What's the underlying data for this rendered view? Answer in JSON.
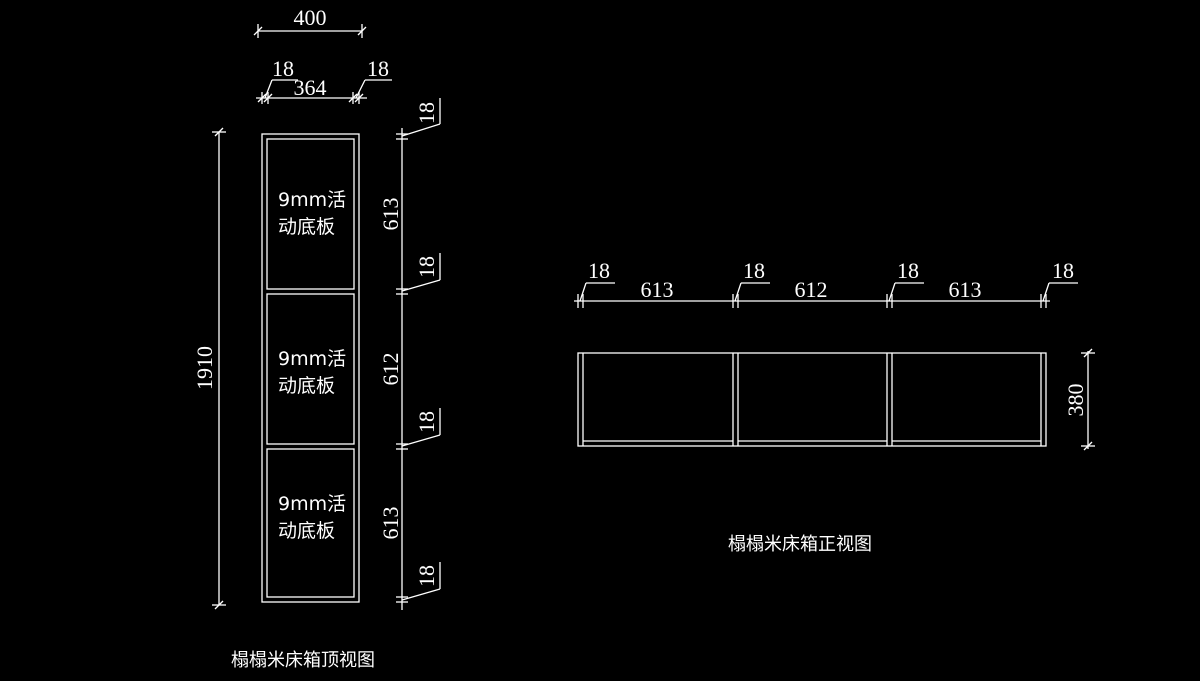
{
  "colors": {
    "background": "#000000",
    "lines": "#ffffff"
  },
  "top_view": {
    "caption": "榻榻米床箱顶视图",
    "width_overall": "400",
    "side_left": "18",
    "inner_width": "364",
    "side_right": "18",
    "length_overall": "1910",
    "right_dims": [
      "18",
      "613",
      "18",
      "612",
      "18",
      "613",
      "18"
    ],
    "compartments": [
      {
        "line1": "9mm活",
        "line2": "动底板"
      },
      {
        "line1": "9mm活",
        "line2": "动底板"
      },
      {
        "line1": "9mm活",
        "line2": "动底板"
      }
    ]
  },
  "front_view": {
    "caption": "榻榻米床箱正视图",
    "top_dims": [
      "18",
      "613",
      "18",
      "612",
      "18",
      "613",
      "18"
    ],
    "height": "380"
  }
}
